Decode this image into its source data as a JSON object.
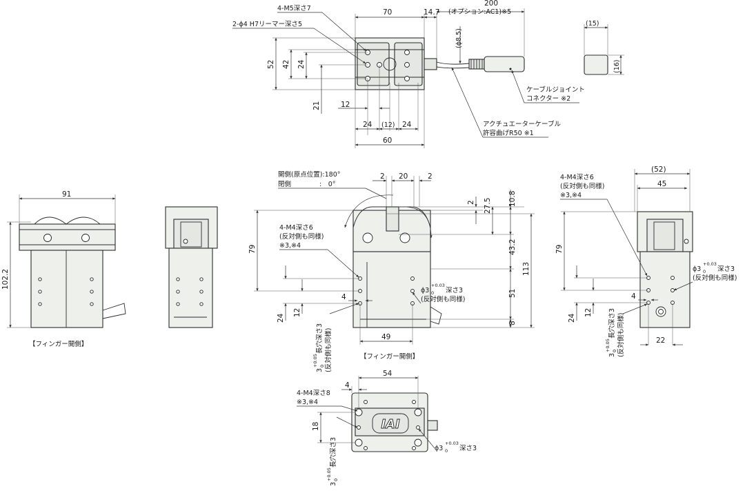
{
  "views": {
    "top": {
      "callouts": [
        "4-M5深さ7",
        "2-ϕ4 H7リーマー深さ5"
      ],
      "dims": {
        "w70": "70",
        "w14_7": "14.7",
        "w200": "200",
        "opt": "(オプション:AC1)※5",
        "cable_dia": "(ϕ8.5)",
        "h52": "52",
        "h42": "42",
        "h24": "24",
        "h21": "21",
        "w12": "12",
        "b24a": "24",
        "b12": "(12)",
        "b24b": "24",
        "w60": "60"
      },
      "labels": {
        "connector": [
          "ケーブルジョイント",
          "コネクター ※2"
        ],
        "cable": [
          "アクチュエーターケーブル",
          "許容曲げR50 ※1"
        ]
      }
    },
    "connector_detail": {
      "w15": "(15)",
      "h16": "(16)"
    },
    "front_small": {
      "w91": "91",
      "h102_2": "102.2",
      "caption": "【フィンガー開側】"
    },
    "front_main": {
      "angle_lines": [
        "開側(原点位置):180°",
        "閉側　　　　 :　0°"
      ],
      "dims": {
        "d2a": "2",
        "d20": "20",
        "d2b": "2",
        "d2c": "2",
        "d27_5": "27.5",
        "d10_8": "10.8",
        "h79": "79",
        "d43_2": "43.2",
        "d113": "113",
        "d51": "51",
        "d8": "8",
        "d4": "4",
        "d24": "24",
        "d12": "12",
        "d49": "49"
      },
      "callouts": {
        "m4": [
          "4-M4深さ6",
          "(反対側も同様)",
          "※3,※4"
        ],
        "pin": [
          "ϕ3",
          "+0.03",
          "0",
          "深さ3",
          "(反対側も同様)"
        ],
        "slot": [
          "3",
          "+0.05",
          "0",
          "長穴深さ3",
          "(反対側も同様)"
        ]
      },
      "caption": "【フィンガー開側】"
    },
    "side": {
      "dims": {
        "w52": "(52)",
        "w45": "45",
        "h79": "79",
        "d4": "4",
        "d24": "24",
        "d12": "12",
        "d22": "22"
      },
      "callouts": {
        "m4": [
          "4-M4深さ6",
          "(反対側も同様)",
          "※3,※4"
        ],
        "pin": [
          "ϕ3",
          "+0.03",
          "0",
          "深さ3",
          "(反対側も同様)"
        ],
        "slot": [
          "3",
          "+0.05",
          "0",
          "長穴深さ3",
          "(反対側も同様)"
        ]
      }
    },
    "bottom": {
      "dims": {
        "w54": "54",
        "d4": "4",
        "d18": "18"
      },
      "callouts": {
        "m4": [
          "4-M4深さ8",
          "※3,※4"
        ],
        "pin": [
          "ϕ3",
          "+0.03",
          "0",
          "深さ3"
        ],
        "slot": [
          "3",
          "+0.05",
          "0",
          "長穴深さ3"
        ]
      },
      "logo": "IAI"
    }
  }
}
